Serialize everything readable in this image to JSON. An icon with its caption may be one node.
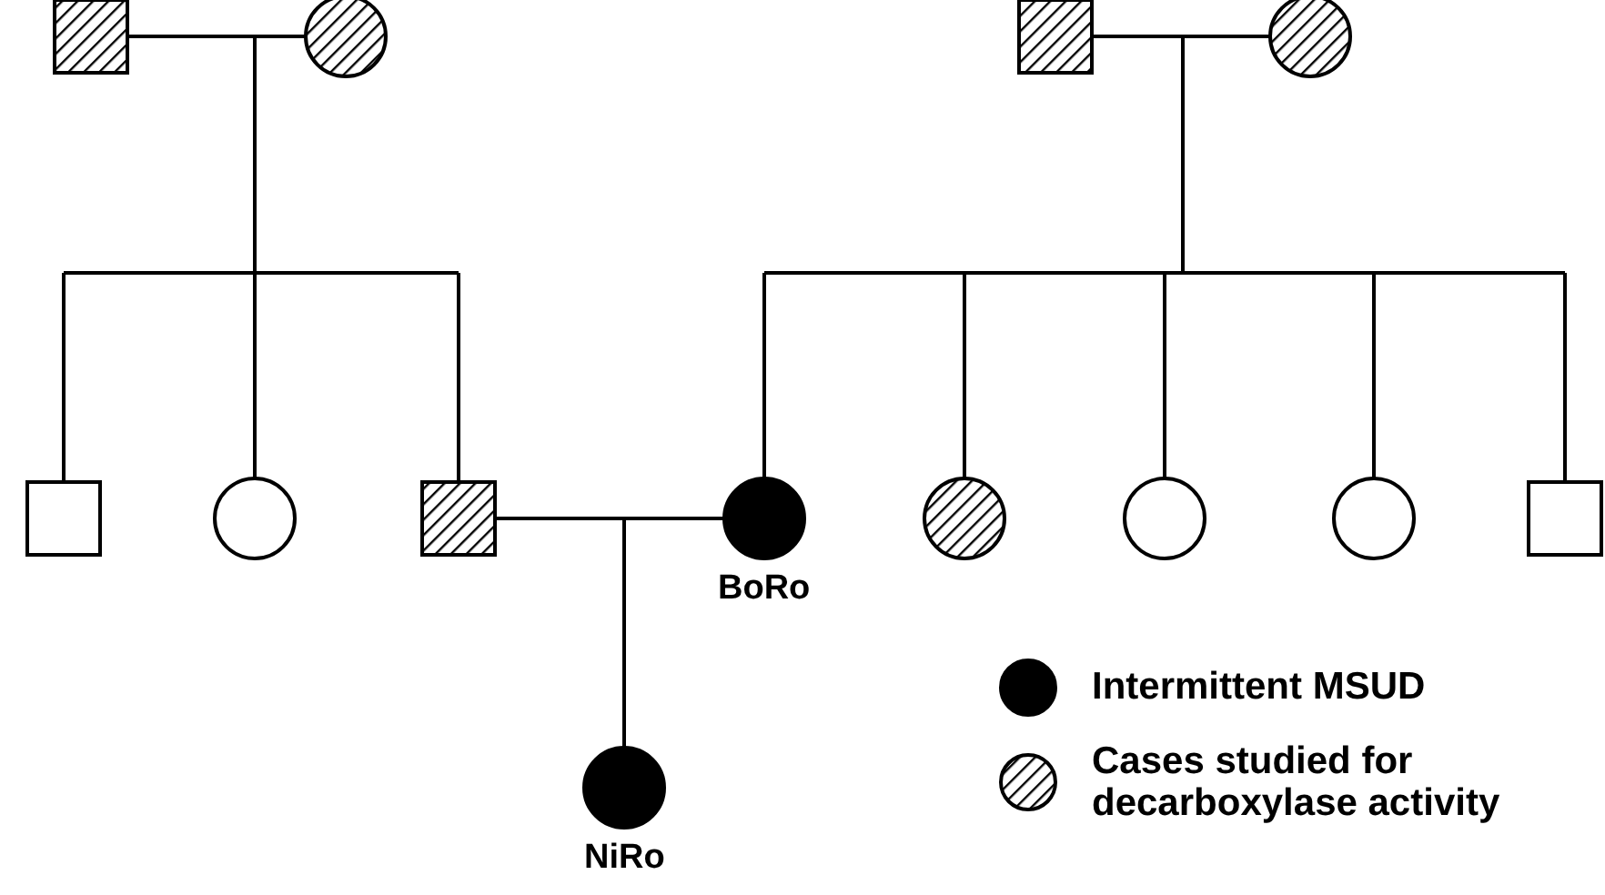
{
  "diagram": {
    "nodes": [
      {
        "text": [],
        "shape": "box"
      },
      {
        "text": [],
        "shape": "circle"
      },
      {
        "text": [],
        "shape": "box"
      },
      {
        "text": [],
        "shape": "circle"
      },
      {
        "text": [],
        "shape": "box"
      },
      {
        "text": [],
        "shape": "circle"
      },
      {
        "text": [],
        "shape": "box"
      },
      {
        "text": [],
        "shape": "circle",
        "beside": [
          "BoRo"
        ]
      },
      {
        "text": [],
        "shape": "circle"
      },
      {
        "text": [],
        "shape": "circle"
      },
      {
        "text": [],
        "shape": "circle"
      },
      {
        "text": [],
        "shape": "box"
      },
      {
        "text": [],
        "shape": "circle",
        "beside": [
          "NiRo"
        ]
      }
    ],
    "edges": [
      {
        "from": 0,
        "to": 1,
        "arrow": "none"
      },
      {
        "from": 0,
        "to": 4,
        "arrow": "none"
      },
      {
        "from": 1,
        "to": 4,
        "arrow": "none"
      },
      {
        "from": 0,
        "to": 5,
        "arrow": "none"
      },
      {
        "from": 1,
        "to": 5,
        "arrow": "none"
      },
      {
        "from": 0,
        "to": 6,
        "arrow": "none"
      },
      {
        "from": 1,
        "to": 6,
        "arrow": "none"
      },
      {
        "from": 2,
        "to": 3,
        "arrow": "none"
      },
      {
        "from": 2,
        "to": 7,
        "arrow": "none"
      },
      {
        "from": 3,
        "to": 7,
        "arrow": "none"
      },
      {
        "from": 2,
        "to": 8,
        "arrow": "none"
      },
      {
        "from": 3,
        "to": 8,
        "arrow": "none"
      },
      {
        "from": 2,
        "to": 9,
        "arrow": "none"
      },
      {
        "from": 3,
        "to": 9,
        "arrow": "none"
      },
      {
        "from": 2,
        "to": 10,
        "arrow": "none"
      },
      {
        "from": 3,
        "to": 10,
        "arrow": "none"
      },
      {
        "from": 2,
        "to": 11,
        "arrow": "none"
      },
      {
        "from": 3,
        "to": 11,
        "arrow": "none"
      },
      {
        "from": 6,
        "to": 7,
        "arrow": "none"
      },
      {
        "from": 6,
        "to": 12,
        "arrow": "none"
      },
      {
        "from": 7,
        "to": 12,
        "arrow": "none"
      }
    ],
    "legend": [
      {
        "text": "Intermittent MSUD",
        "color": "#000000"
      },
      {
        "text": "Cases studied for decarboxylase activity"
      }
    ]
  }
}
